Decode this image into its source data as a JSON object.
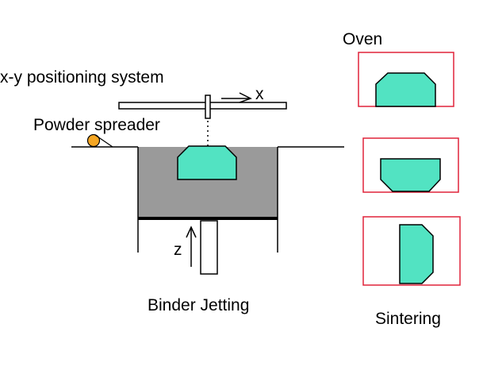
{
  "labels": {
    "xy_system": "x-y positioning system",
    "x_axis": "x",
    "powder_spreader": "Powder spreader",
    "z_axis": "z",
    "binder_jetting": "Binder Jetting",
    "oven": "Oven",
    "sintering": "Sintering"
  },
  "colors": {
    "part": "#52e3c2",
    "powder": "#9a9a9a",
    "spreader": "#f5a623",
    "oven_border": "#e0233a",
    "line": "#000000"
  }
}
